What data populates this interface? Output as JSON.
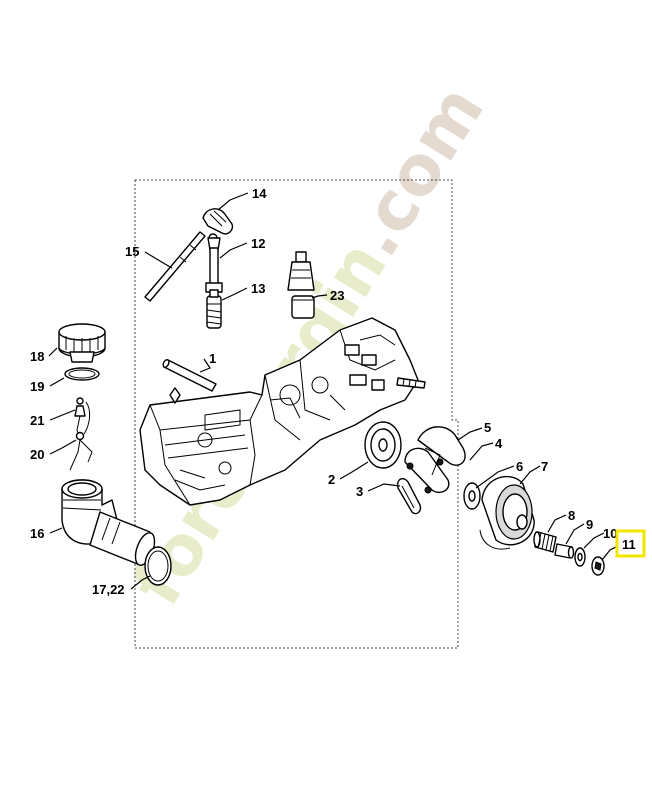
{
  "watermark": {
    "text": "foretjardin.com",
    "color_main": "#e8ecc8",
    "color_dot_com": "#e3d9cd"
  },
  "callouts": [
    {
      "id": "1",
      "label": "1"
    },
    {
      "id": "2",
      "label": "2"
    },
    {
      "id": "3",
      "label": "3"
    },
    {
      "id": "4",
      "label": "4"
    },
    {
      "id": "5",
      "label": "5"
    },
    {
      "id": "6",
      "label": "6"
    },
    {
      "id": "7",
      "label": "7"
    },
    {
      "id": "8",
      "label": "8"
    },
    {
      "id": "9",
      "label": "9"
    },
    {
      "id": "10",
      "label": "10"
    },
    {
      "id": "11",
      "label": "11",
      "highlighted": true
    },
    {
      "id": "12",
      "label": "12"
    },
    {
      "id": "13",
      "label": "13"
    },
    {
      "id": "14",
      "label": "14"
    },
    {
      "id": "15",
      "label": "15"
    },
    {
      "id": "16",
      "label": "16"
    },
    {
      "id": "17_22",
      "label": "17,22"
    },
    {
      "id": "18",
      "label": "18"
    },
    {
      "id": "19",
      "label": "19"
    },
    {
      "id": "20",
      "label": "20"
    },
    {
      "id": "21",
      "label": "21"
    },
    {
      "id": "23",
      "label": "23"
    }
  ],
  "highlight_color": "#f2e600"
}
